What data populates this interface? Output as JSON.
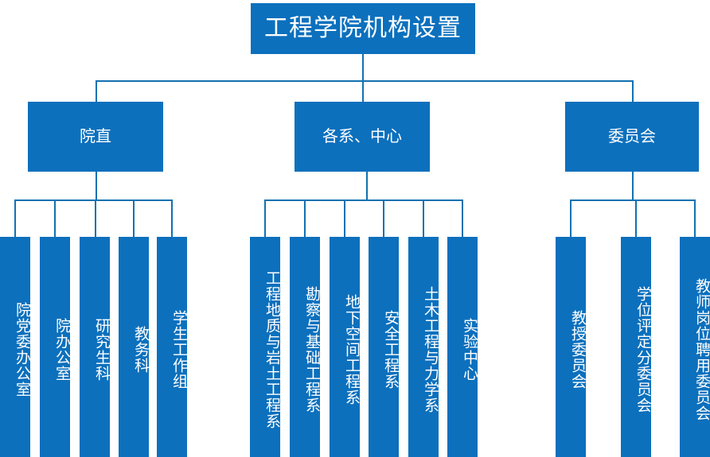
{
  "chart_data": {
    "type": "diagram",
    "diagram_kind": "organizational-chart",
    "title": "工程学院机构设置",
    "orientation": "top-down",
    "colors": {
      "box_fill": "#0c70bd",
      "box_text": "#ffffff",
      "connector": "#1271b0",
      "background": "#ffffff"
    },
    "levels": 3,
    "nodes": [
      {
        "id": "root",
        "label": "工程学院机构设置",
        "level": 1,
        "parent": null
      },
      {
        "id": "g1",
        "label": "院直",
        "level": 2,
        "parent": "root"
      },
      {
        "id": "g2",
        "label": "各系、中心",
        "level": 2,
        "parent": "root"
      },
      {
        "id": "g3",
        "label": "委员会",
        "level": 2,
        "parent": "root"
      },
      {
        "id": "g1c1",
        "label": "院党委办公室",
        "level": 3,
        "parent": "g1"
      },
      {
        "id": "g1c2",
        "label": "院办公室",
        "level": 3,
        "parent": "g1"
      },
      {
        "id": "g1c3",
        "label": "研究生科",
        "level": 3,
        "parent": "g1"
      },
      {
        "id": "g1c4",
        "label": "教务科",
        "level": 3,
        "parent": "g1"
      },
      {
        "id": "g1c5",
        "label": "学生工作组",
        "level": 3,
        "parent": "g1"
      },
      {
        "id": "g2c1",
        "label": "工程地质与岩土工程系",
        "level": 3,
        "parent": "g2"
      },
      {
        "id": "g2c2",
        "label": "勘察与基础工程系",
        "level": 3,
        "parent": "g2"
      },
      {
        "id": "g2c3",
        "label": "地下空间工程系",
        "level": 3,
        "parent": "g2"
      },
      {
        "id": "g2c4",
        "label": "安全工程系",
        "level": 3,
        "parent": "g2"
      },
      {
        "id": "g2c5",
        "label": "土木工程与力学系",
        "level": 3,
        "parent": "g2"
      },
      {
        "id": "g2c6",
        "label": "实验中心",
        "level": 3,
        "parent": "g2"
      },
      {
        "id": "g3c1",
        "label": "教授委员会",
        "level": 3,
        "parent": "g3"
      },
      {
        "id": "g3c2",
        "label": "学位评定分委员会",
        "level": 3,
        "parent": "g3"
      },
      {
        "id": "g3c3",
        "label": "教师岗位聘用委员会",
        "level": 3,
        "parent": "g3"
      }
    ]
  },
  "root": {
    "label": "工程学院机构设置"
  },
  "branches": [
    {
      "label": "院直",
      "children": [
        {
          "label": "院党委办公室"
        },
        {
          "label": "院办公室"
        },
        {
          "label": "研究生科"
        },
        {
          "label": "教务科"
        },
        {
          "label": "学生工作组"
        }
      ]
    },
    {
      "label": "各系、中心",
      "children": [
        {
          "label": "工程地质与岩土工程系"
        },
        {
          "label": "勘察与基础工程系"
        },
        {
          "label": "地下空间工程系"
        },
        {
          "label": "安全工程系"
        },
        {
          "label": "土木工程与力学系"
        },
        {
          "label": "实验中心"
        }
      ]
    },
    {
      "label": "委员会",
      "children": [
        {
          "label": "教授委员会"
        },
        {
          "label": "学位评定分委员会"
        },
        {
          "label": "教师岗位聘用委员会"
        }
      ]
    }
  ]
}
